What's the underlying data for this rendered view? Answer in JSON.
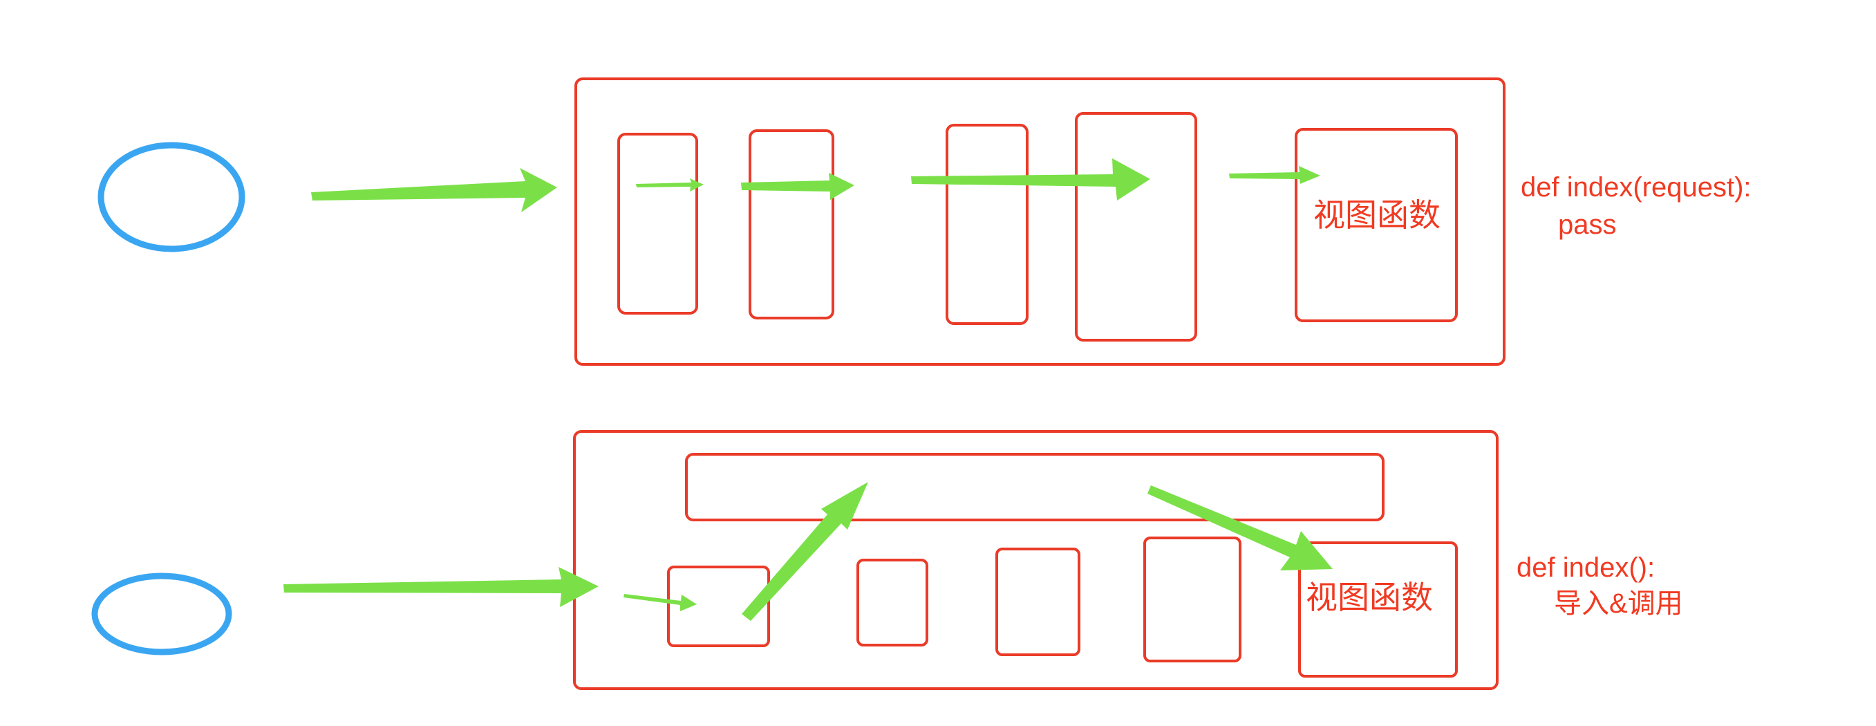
{
  "colors": {
    "box_stroke": "#ea3b28",
    "arrow_fill": "#7be048",
    "circle_stroke": "#3aa6f1",
    "label_color": "#f03a22",
    "background": "#ffffff"
  },
  "top_flow": {
    "view_label": "视图函数",
    "code_line1": "def index(request):",
    "code_line2": "pass"
  },
  "bottom_flow": {
    "view_label": "视图函数",
    "code_line1": "def index():",
    "code_line2": "导入&调用"
  }
}
